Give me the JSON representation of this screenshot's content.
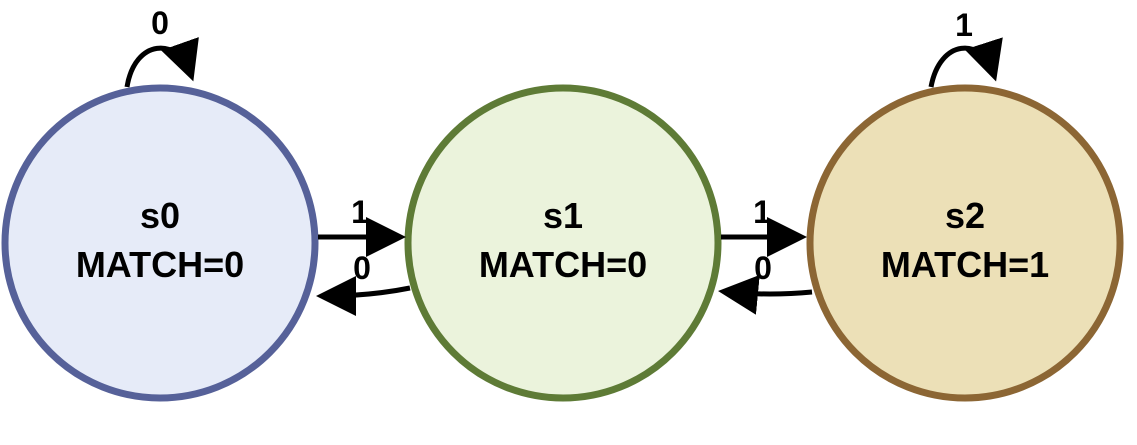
{
  "states": [
    {
      "name": "s0",
      "output": "MATCH=0",
      "fill": "#e6ebf8",
      "stroke": "#566199"
    },
    {
      "name": "s1",
      "output": "MATCH=0",
      "fill": "#ebf3dc",
      "stroke": "#5e7b36"
    },
    {
      "name": "s2",
      "output": "MATCH=1",
      "fill": "#ece0b7",
      "stroke": "#8c6634"
    }
  ],
  "transitions": [
    {
      "from": "s0",
      "to": "s0",
      "label": "0"
    },
    {
      "from": "s0",
      "to": "s1",
      "label": "1"
    },
    {
      "from": "s1",
      "to": "s0",
      "label": "0"
    },
    {
      "from": "s1",
      "to": "s2",
      "label": "1"
    },
    {
      "from": "s2",
      "to": "s1",
      "label": "0"
    },
    {
      "from": "s2",
      "to": "s2",
      "label": "1"
    }
  ],
  "edge_color": "#000000"
}
